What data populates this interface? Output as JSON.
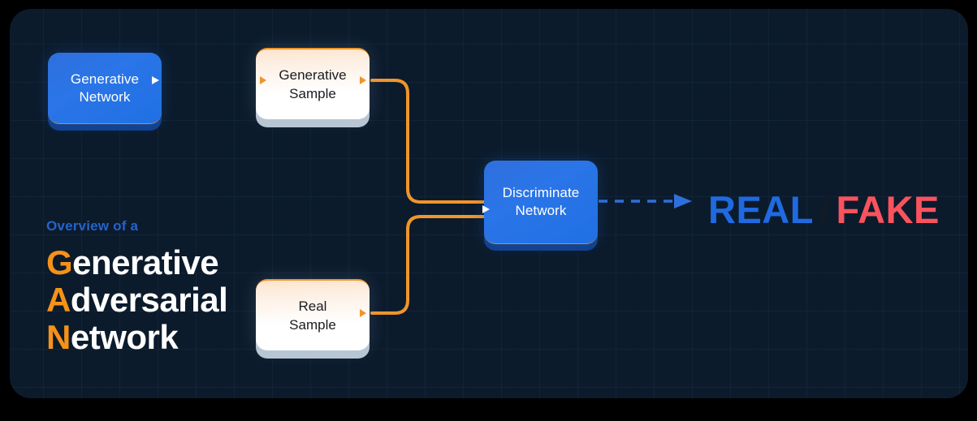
{
  "canvas": {
    "background_color": "#0c1b2c",
    "frame_color": "#000000",
    "grid_visible": true
  },
  "title": {
    "overline": "Overview of a",
    "overline_color": "#2563c9",
    "accent_color": "#f59219",
    "text_color": "#ffffff",
    "lines": [
      {
        "cap": "G",
        "rest": "enerative"
      },
      {
        "cap": "A",
        "rest": "dversarial"
      },
      {
        "cap": "N",
        "rest": "etwork"
      }
    ]
  },
  "nodes": {
    "generative_network": {
      "label_line1": "Generative",
      "label_line2": "Network",
      "type": "blue",
      "color": "#2a75e8"
    },
    "generative_sample": {
      "label_line1": "Generative",
      "label_line2": "Sample",
      "type": "light",
      "color": "#ffffff"
    },
    "real_sample": {
      "label_line1": "Real",
      "label_line2": "Sample",
      "type": "light",
      "color": "#ffffff"
    },
    "discriminate_network": {
      "label_line1": "Discriminate",
      "label_line2": "Network",
      "type": "blue",
      "color": "#2a75e8"
    }
  },
  "verdict": {
    "real": "REAL",
    "separator": "/",
    "fake": "FAKE",
    "real_color": "#1f6ae0",
    "fake_color": "#f9535d"
  },
  "connectors": {
    "flow_color": "#f0952a",
    "blue_color": "#2f6fdd",
    "output_style": "dashed"
  }
}
